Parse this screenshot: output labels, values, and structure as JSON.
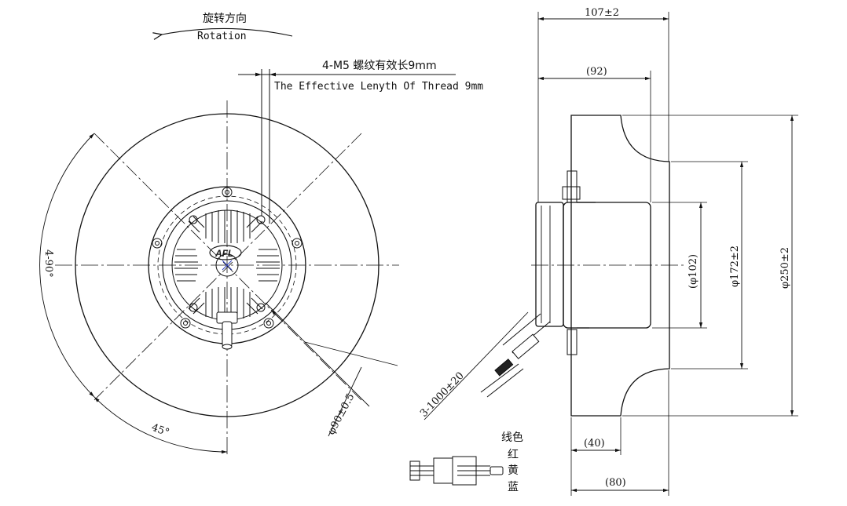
{
  "rotation": {
    "label_cn": "旋转方向",
    "label_en": "Rotation"
  },
  "thread_note": {
    "line1": "4-M5 螺纹有效长9mm",
    "line2": "The Effective Lenyth Of Thread 9mm"
  },
  "front_view": {
    "angle_4x90": "4-90°",
    "angle_45": "45°",
    "bolt_circle": "φ90±0.5",
    "logo_text": "AFL"
  },
  "cable": {
    "length": "3-1000±20"
  },
  "wire_colors": {
    "title": "线色",
    "colors": [
      "红",
      "黄",
      "蓝"
    ]
  },
  "side_view": {
    "overall_depth": "107±2",
    "depth_92": "(92)",
    "depth_40": "(40)",
    "depth_80": "(80)",
    "dia_102": "(φ102)",
    "dia_172": "φ172±2",
    "dia_250": "φ250±2"
  }
}
